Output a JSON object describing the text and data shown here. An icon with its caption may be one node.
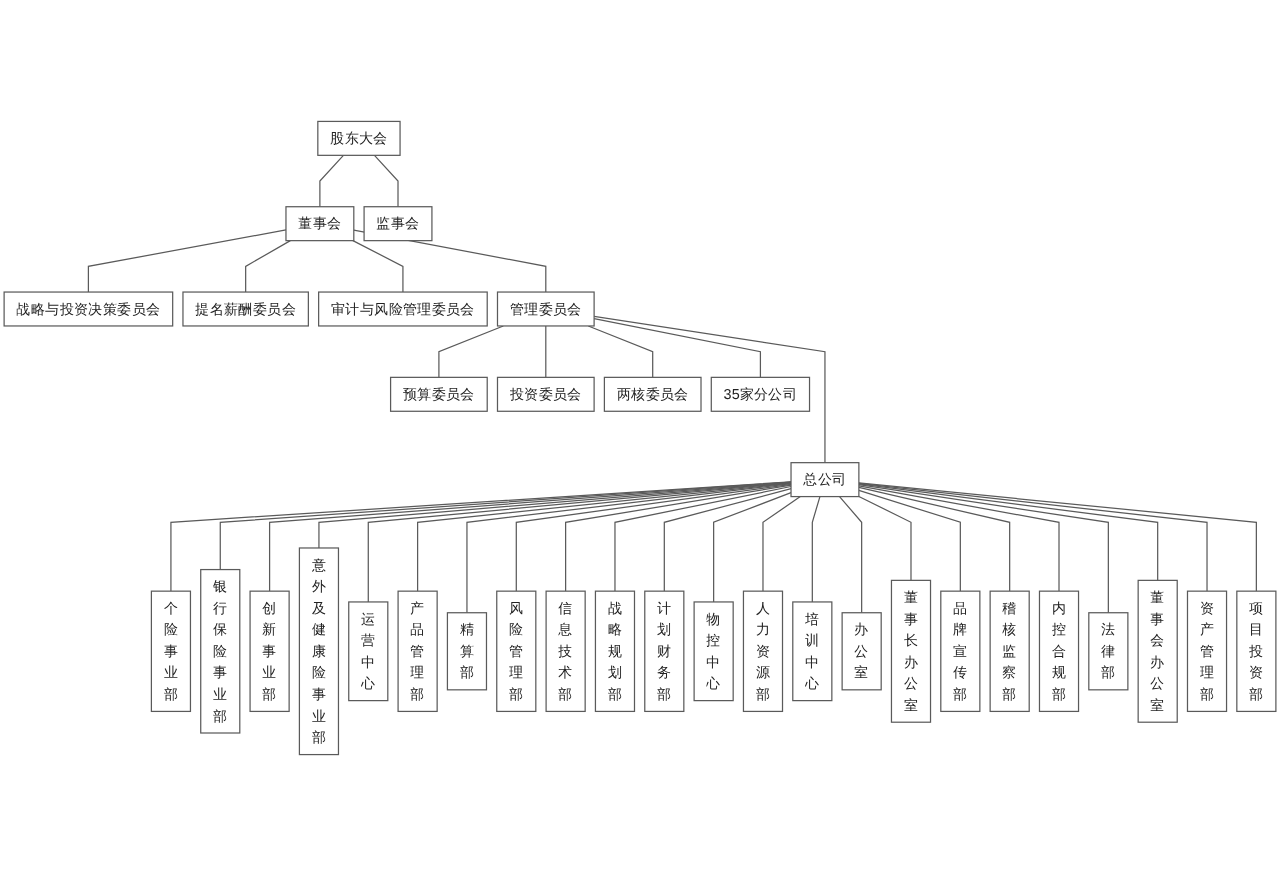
{
  "diagram": {
    "nodes": [
      {
        "text": [
          "股东大会"
        ]
      },
      {
        "text": [
          "董事会"
        ]
      },
      {
        "text": [
          "监事会"
        ]
      },
      {
        "text": [
          "战略与投资决策委员会"
        ]
      },
      {
        "text": [
          "提名薪酬委员会"
        ]
      },
      {
        "text": [
          "审计与风险管理委员会"
        ]
      },
      {
        "text": [
          "管理委员会"
        ]
      },
      {
        "text": [
          "预算委员会"
        ]
      },
      {
        "text": [
          "投资委员会"
        ]
      },
      {
        "text": [
          "两核委员会"
        ]
      },
      {
        "text": [
          "总公司"
        ]
      },
      {
        "text": [
          "35家分公司"
        ]
      },
      {
        "text": [
          "个险事业部"
        ]
      },
      {
        "text": [
          "银行保险事业部"
        ]
      },
      {
        "text": [
          "创新事业部"
        ]
      },
      {
        "text": [
          "意外及健康险事业部"
        ]
      },
      {
        "text": [
          "运营中心"
        ]
      },
      {
        "text": [
          "产品管理部"
        ]
      },
      {
        "text": [
          "精算部"
        ]
      },
      {
        "text": [
          "风险管理部"
        ]
      },
      {
        "text": [
          "信息技术部"
        ]
      },
      {
        "text": [
          "战略规划部"
        ]
      },
      {
        "text": [
          "计划财务部"
        ]
      },
      {
        "text": [
          "物控中心"
        ]
      },
      {
        "text": [
          "人力资源部"
        ]
      },
      {
        "text": [
          "培训中心"
        ]
      },
      {
        "text": [
          "办公室"
        ]
      },
      {
        "text": [
          "董事长办公室"
        ]
      },
      {
        "text": [
          "品牌宣传部"
        ]
      },
      {
        "text": [
          "稽核监察部"
        ]
      },
      {
        "text": [
          "内控合规部"
        ]
      },
      {
        "text": [
          "法律部"
        ]
      },
      {
        "text": [
          "董事会办公室"
        ]
      },
      {
        "text": [
          "资产管理部"
        ]
      },
      {
        "text": [
          "项目投资部"
        ]
      }
    ],
    "edges": [
      {
        "from": 0,
        "to": 1,
        "arrow": "none"
      },
      {
        "from": 0,
        "to": 2,
        "arrow": "none"
      },
      {
        "from": 1,
        "to": 3,
        "arrow": "none"
      },
      {
        "from": 1,
        "to": 4,
        "arrow": "none"
      },
      {
        "from": 1,
        "to": 5,
        "arrow": "none"
      },
      {
        "from": 1,
        "to": 6,
        "arrow": "none"
      },
      {
        "from": 6,
        "to": 7,
        "arrow": "none"
      },
      {
        "from": 6,
        "to": 8,
        "arrow": "none"
      },
      {
        "from": 6,
        "to": 9,
        "arrow": "none"
      },
      {
        "from": 6,
        "to": 10,
        "arrow": "none"
      },
      {
        "from": 6,
        "to": 11,
        "arrow": "none"
      },
      {
        "from": 10,
        "to": 12,
        "arrow": "none"
      },
      {
        "from": 10,
        "to": 13,
        "arrow": "none"
      },
      {
        "from": 10,
        "to": 14,
        "arrow": "none"
      },
      {
        "from": 10,
        "to": 15,
        "arrow": "none"
      },
      {
        "from": 10,
        "to": 16,
        "arrow": "none"
      },
      {
        "from": 10,
        "to": 17,
        "arrow": "none"
      },
      {
        "from": 10,
        "to": 18,
        "arrow": "none"
      },
      {
        "from": 10,
        "to": 19,
        "arrow": "none"
      },
      {
        "from": 10,
        "to": 20,
        "arrow": "none"
      },
      {
        "from": 10,
        "to": 21,
        "arrow": "none"
      },
      {
        "from": 10,
        "to": 22,
        "arrow": "none"
      },
      {
        "from": 10,
        "to": 23,
        "arrow": "none"
      },
      {
        "from": 10,
        "to": 24,
        "arrow": "none"
      },
      {
        "from": 10,
        "to": 25,
        "arrow": "none"
      },
      {
        "from": 10,
        "to": 26,
        "arrow": "none"
      },
      {
        "from": 10,
        "to": 27,
        "arrow": "none"
      },
      {
        "from": 10,
        "to": 28,
        "arrow": "none"
      },
      {
        "from": 10,
        "to": 29,
        "arrow": "none"
      },
      {
        "from": 10,
        "to": 30,
        "arrow": "none"
      },
      {
        "from": 10,
        "to": 31,
        "arrow": "none"
      },
      {
        "from": 10,
        "to": 32,
        "arrow": "none"
      },
      {
        "from": 10,
        "to": 33,
        "arrow": "none"
      },
      {
        "from": 10,
        "to": 34,
        "arrow": "none"
      }
    ]
  }
}
